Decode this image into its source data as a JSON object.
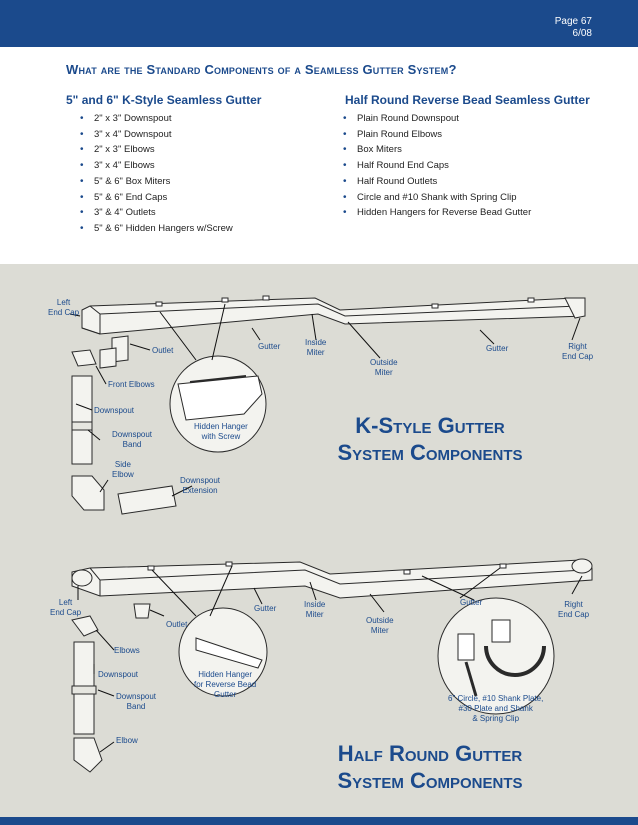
{
  "page": {
    "number": "Page 67",
    "date": "6/08"
  },
  "heading": "What are the Standard Components of a Seamless Gutter System?",
  "kstyle_column": {
    "title": "5\" and 6\" K-Style Seamless Gutter",
    "items": [
      "2\" x 3\" Downspout",
      "3\" x 4\" Downspout",
      "2\" x 3\" Elbows",
      "3\" x 4\" Elbows",
      "5\" & 6\" Box Miters",
      "5\" & 6\" End Caps",
      "3\" & 4\" Outlets",
      "5\" & 6\" Hidden Hangers w/Screw"
    ]
  },
  "halfround_column": {
    "title": "Half Round Reverse Bead Seamless Gutter",
    "items": [
      "Plain Round Downspout",
      "Plain Round Elbows",
      "Box Miters",
      "Half Round End Caps",
      "Half Round Outlets",
      "Circle and #10 Shank with Spring Clip",
      "Hidden Hangers for Reverse Bead Gutter"
    ]
  },
  "kstyle_diagram": {
    "title_line1": "K-Style Gutter",
    "title_line2": "System Components",
    "labels": {
      "left_end_cap": "Left\nEnd Cap",
      "outlet": "Outlet",
      "gutter1": "Gutter",
      "inside_miter": "Inside\nMiter",
      "outside_miter": "Outside\nMiter",
      "gutter2": "Gutter",
      "right_end_cap": "Right\nEnd Cap",
      "front_elbows": "Front Elbows",
      "downspout": "Downspout",
      "downspout_band": "Downspout\nBand",
      "side_elbow": "Side\nElbow",
      "downspout_extension": "Downspout\nExtension",
      "hidden_hanger": "Hidden Hanger\nwith Screw"
    }
  },
  "halfround_diagram": {
    "title_line1": "Half Round Gutter",
    "title_line2": "System Components",
    "labels": {
      "left_end_cap": "Left\nEnd Cap",
      "outlet": "Outlet",
      "gutter1": "Gutter",
      "inside_miter": "Inside\nMiter",
      "outside_miter": "Outside\nMiter",
      "gutter2": "Gutter",
      "right_end_cap": "Right\nEnd Cap",
      "elbows": "Elbows",
      "downspout": "Downspout",
      "downspout_band": "Downspout\nBand",
      "elbow": "Elbow",
      "hidden_hanger": "Hidden Hanger\nfor Reverse Bead\nGutter",
      "circle_shank": "6\" Circle, #10 Shank Plate,\n#30 Plate and Shank\n& Spring Clip"
    }
  },
  "colors": {
    "brand_blue": "#1b4a8c",
    "diagram_bg": "#dcdcd5"
  }
}
